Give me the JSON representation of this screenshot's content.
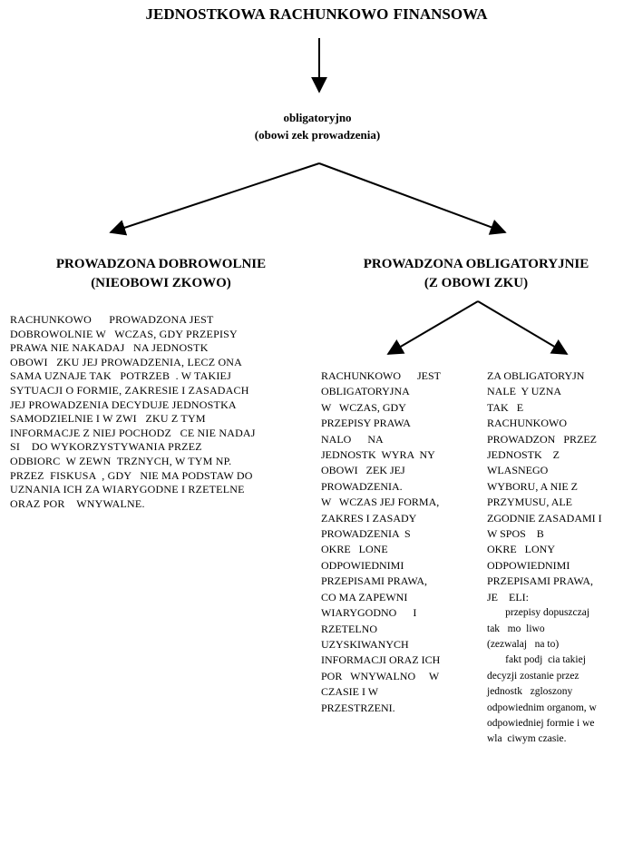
{
  "title": "JEDNOSTKOWA RACHUNKOWO     FINANSOWA",
  "subtitle": {
    "line1": "obligatoryjno",
    "line2": "(obowi  zek prowadzenia)"
  },
  "left_branch": {
    "heading_line1": "PROWADZONA DOBROWOLNIE",
    "heading_line2": "(NIEOBOWI   ZKOWO)",
    "lines": [
      "RACHUNKOWO      PROWADZONA JEST",
      "DOBROWOLNIE W   WCZAS, GDY PRZEPISY",
      "PRAWA NIE NAKADAJ   NA JEDNOSTK",
      "OBOWI   ZKU JEJ PROWADZENIA, LECZ ONA",
      "SAMA UZNAJE TAK   POTRZEB  . W TAKIEJ",
      "SYTUACJI O FORMIE, ZAKRESIE I ZASADACH",
      "JEJ PROWADZENIA DECYDUJE JEDNOSTKA",
      "SAMODZIELNIE I W ZWI   ZKU Z TYM",
      "INFORMACJE Z NIEJ POCHODZ   CE NIE NADAJ",
      "SI    DO WYKORZYSTYWANIA PRZEZ",
      "ODBIORC  W ZEWN  TRZNYCH, W TYM NP.",
      "PRZEZ  FISKUSA  , GDY   NIE MA PODSTAW DO",
      "UZNANIA ICH ZA WIARYGODNE I RZETELNE",
      "ORAZ POR    WNYWALNE."
    ]
  },
  "right_branch": {
    "heading_line1": "PROWADZONA OBLIGATORYJNIE",
    "heading_line2": "(Z OBOWI   ZKU)",
    "col_a_lines": [
      "RACHUNKOWO      JEST",
      "OBLIGATORYJNA",
      "W   WCZAS, GDY",
      "PRZEPISY PRAWA",
      "NALO      NA",
      "JEDNOSTK  WYRA  NY",
      "OBOWI   ZEK JEJ",
      "PROWADZENIA.",
      "W   WCZAS JEJ FORMA,",
      "ZAKRES I ZASADY",
      "PROWADZENIA  S",
      "OKRE   LONE",
      "ODPOWIEDNIMI",
      "PRZEPISAMI PRAWA,",
      "CO MA ZAPEWNI",
      "WIARYGODNO      I",
      "RZETELNO",
      "UZYSKIWANYCH",
      "INFORMACJI ORAZ ICH",
      "POR   WNYWALNO     W",
      "CZASIE I W",
      "PRZESTRZENI."
    ],
    "col_b_lines": [
      "ZA OBLIGATORYJN",
      "NALE  Y UZNA",
      "TAK   E",
      "RACHUNKOWO",
      "PROWADZON   PRZEZ",
      "JEDNOSTK    Z",
      "WLASNEGO",
      "WYBORU, A NIE Z",
      "PRZYMUSU, ALE",
      "ZGODNIE ZASADAMI I",
      "W SPOS    B",
      "OKRE   LONY",
      "ODPOWIEDNIMI",
      "PRZEPISAMI PRAWA,",
      "JE    ELI:"
    ],
    "col_b_conditions": [
      "       przepisy dopuszczaj",
      "tak   mo  liwo",
      "(zezwalaj   na to)",
      "       fakt podj  cia takiej",
      "decyzji zostanie przez",
      "jednostk   zgloszony",
      "odpowiednim organom, w",
      "odpowiedniej formie i we",
      "wla  ciwym czasie."
    ]
  }
}
